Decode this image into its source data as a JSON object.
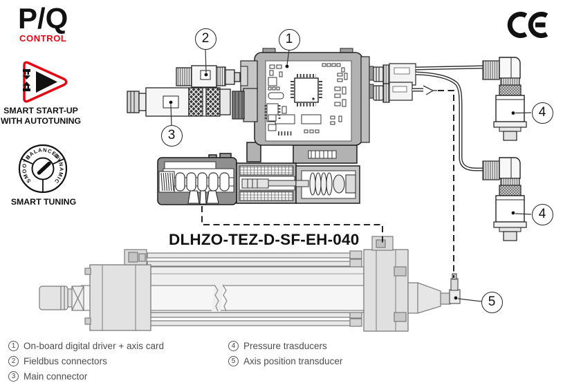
{
  "branding": {
    "pq_logo": {
      "main": "P/Q",
      "sub": "CONTROL"
    },
    "smart_startup": {
      "line1": "SMART START-UP",
      "line2": "WITH AUTOTUNING"
    },
    "smart_tuning": {
      "caption": "SMART TUNING",
      "dial": {
        "top": "BALANCED",
        "left": "SMOOTH",
        "right": "DYNAMIC"
      }
    },
    "ce_mark": "CE"
  },
  "model_label": "DLHZO-TEZ-D-SF-EH-040",
  "callouts": {
    "driver": "1",
    "fieldbus": "2",
    "main_conn": "3",
    "pressure_top": "4",
    "pressure_bottom": "4",
    "axis_pos": "5"
  },
  "legend": {
    "col1": [
      {
        "num": "1",
        "text": "On-board digital driver + axis card"
      },
      {
        "num": "2",
        "text": "Fieldbus connectors"
      },
      {
        "num": "3",
        "text": "Main connector"
      }
    ],
    "col2": [
      {
        "num": "4",
        "text": "Pressure trasducers"
      },
      {
        "num": "5",
        "text": "Axis position transducer"
      }
    ]
  },
  "colors": {
    "accent_red": "#e30613",
    "ink": "#1a1a1a",
    "legend_text": "#4d4d4d"
  }
}
